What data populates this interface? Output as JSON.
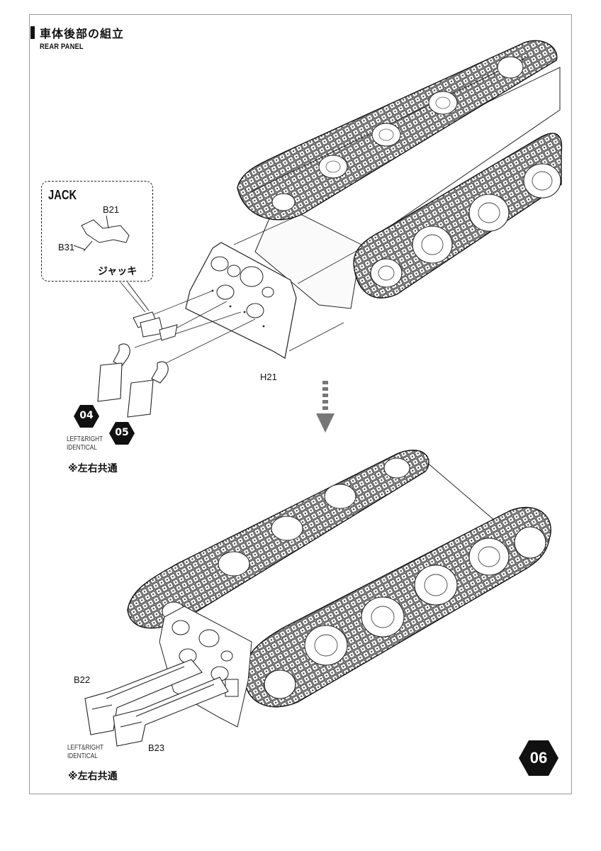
{
  "header": {
    "title_jp": "車体後部の組立",
    "title_en": "REAR PANEL"
  },
  "jack_inset": {
    "title": "JACK",
    "part_top": "B21",
    "part_left": "B31",
    "caption_jp": "ジャッキ"
  },
  "upper_assembly": {
    "panel_part": "H21",
    "badge_left": "04",
    "badge_right": "05",
    "note_en_line1": "LEFT&RIGHT",
    "note_en_line2": "IDENTICAL",
    "note_jp": "※左右共通"
  },
  "lower_assembly": {
    "part_upper": "B22",
    "part_lower": "B23",
    "note_en_line1": "LEFT&RIGHT",
    "note_en_line2": "IDENTICAL",
    "note_jp": "※左右共通"
  },
  "step": {
    "number": "06"
  },
  "colors": {
    "ink": "#111111",
    "frame": "#9a9a9a",
    "arrow": "#777777"
  }
}
